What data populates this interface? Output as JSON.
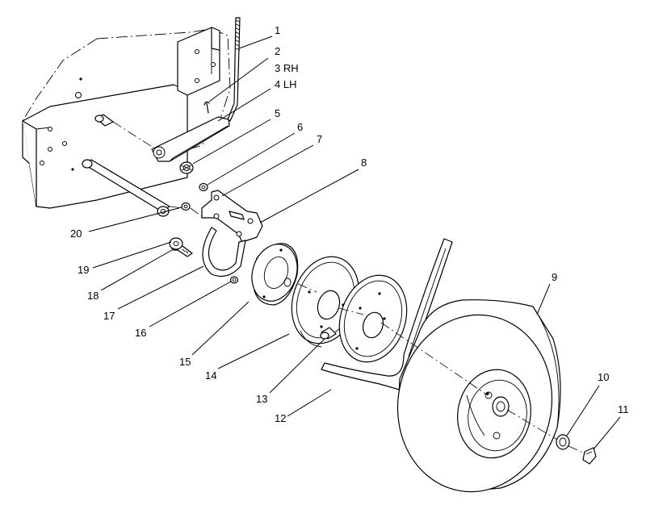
{
  "callouts": [
    {
      "label": "1"
    },
    {
      "label": "2"
    },
    {
      "label": "3 RH"
    },
    {
      "label": "4 LH"
    },
    {
      "label": "5"
    },
    {
      "label": "6"
    },
    {
      "label": "7"
    },
    {
      "label": "8"
    },
    {
      "label": "9"
    },
    {
      "label": "10"
    },
    {
      "label": "11"
    },
    {
      "label": "12"
    },
    {
      "label": "13"
    },
    {
      "label": "14"
    },
    {
      "label": "15"
    },
    {
      "label": "16"
    },
    {
      "label": "17"
    },
    {
      "label": "18"
    },
    {
      "label": "19"
    },
    {
      "label": "20"
    }
  ]
}
